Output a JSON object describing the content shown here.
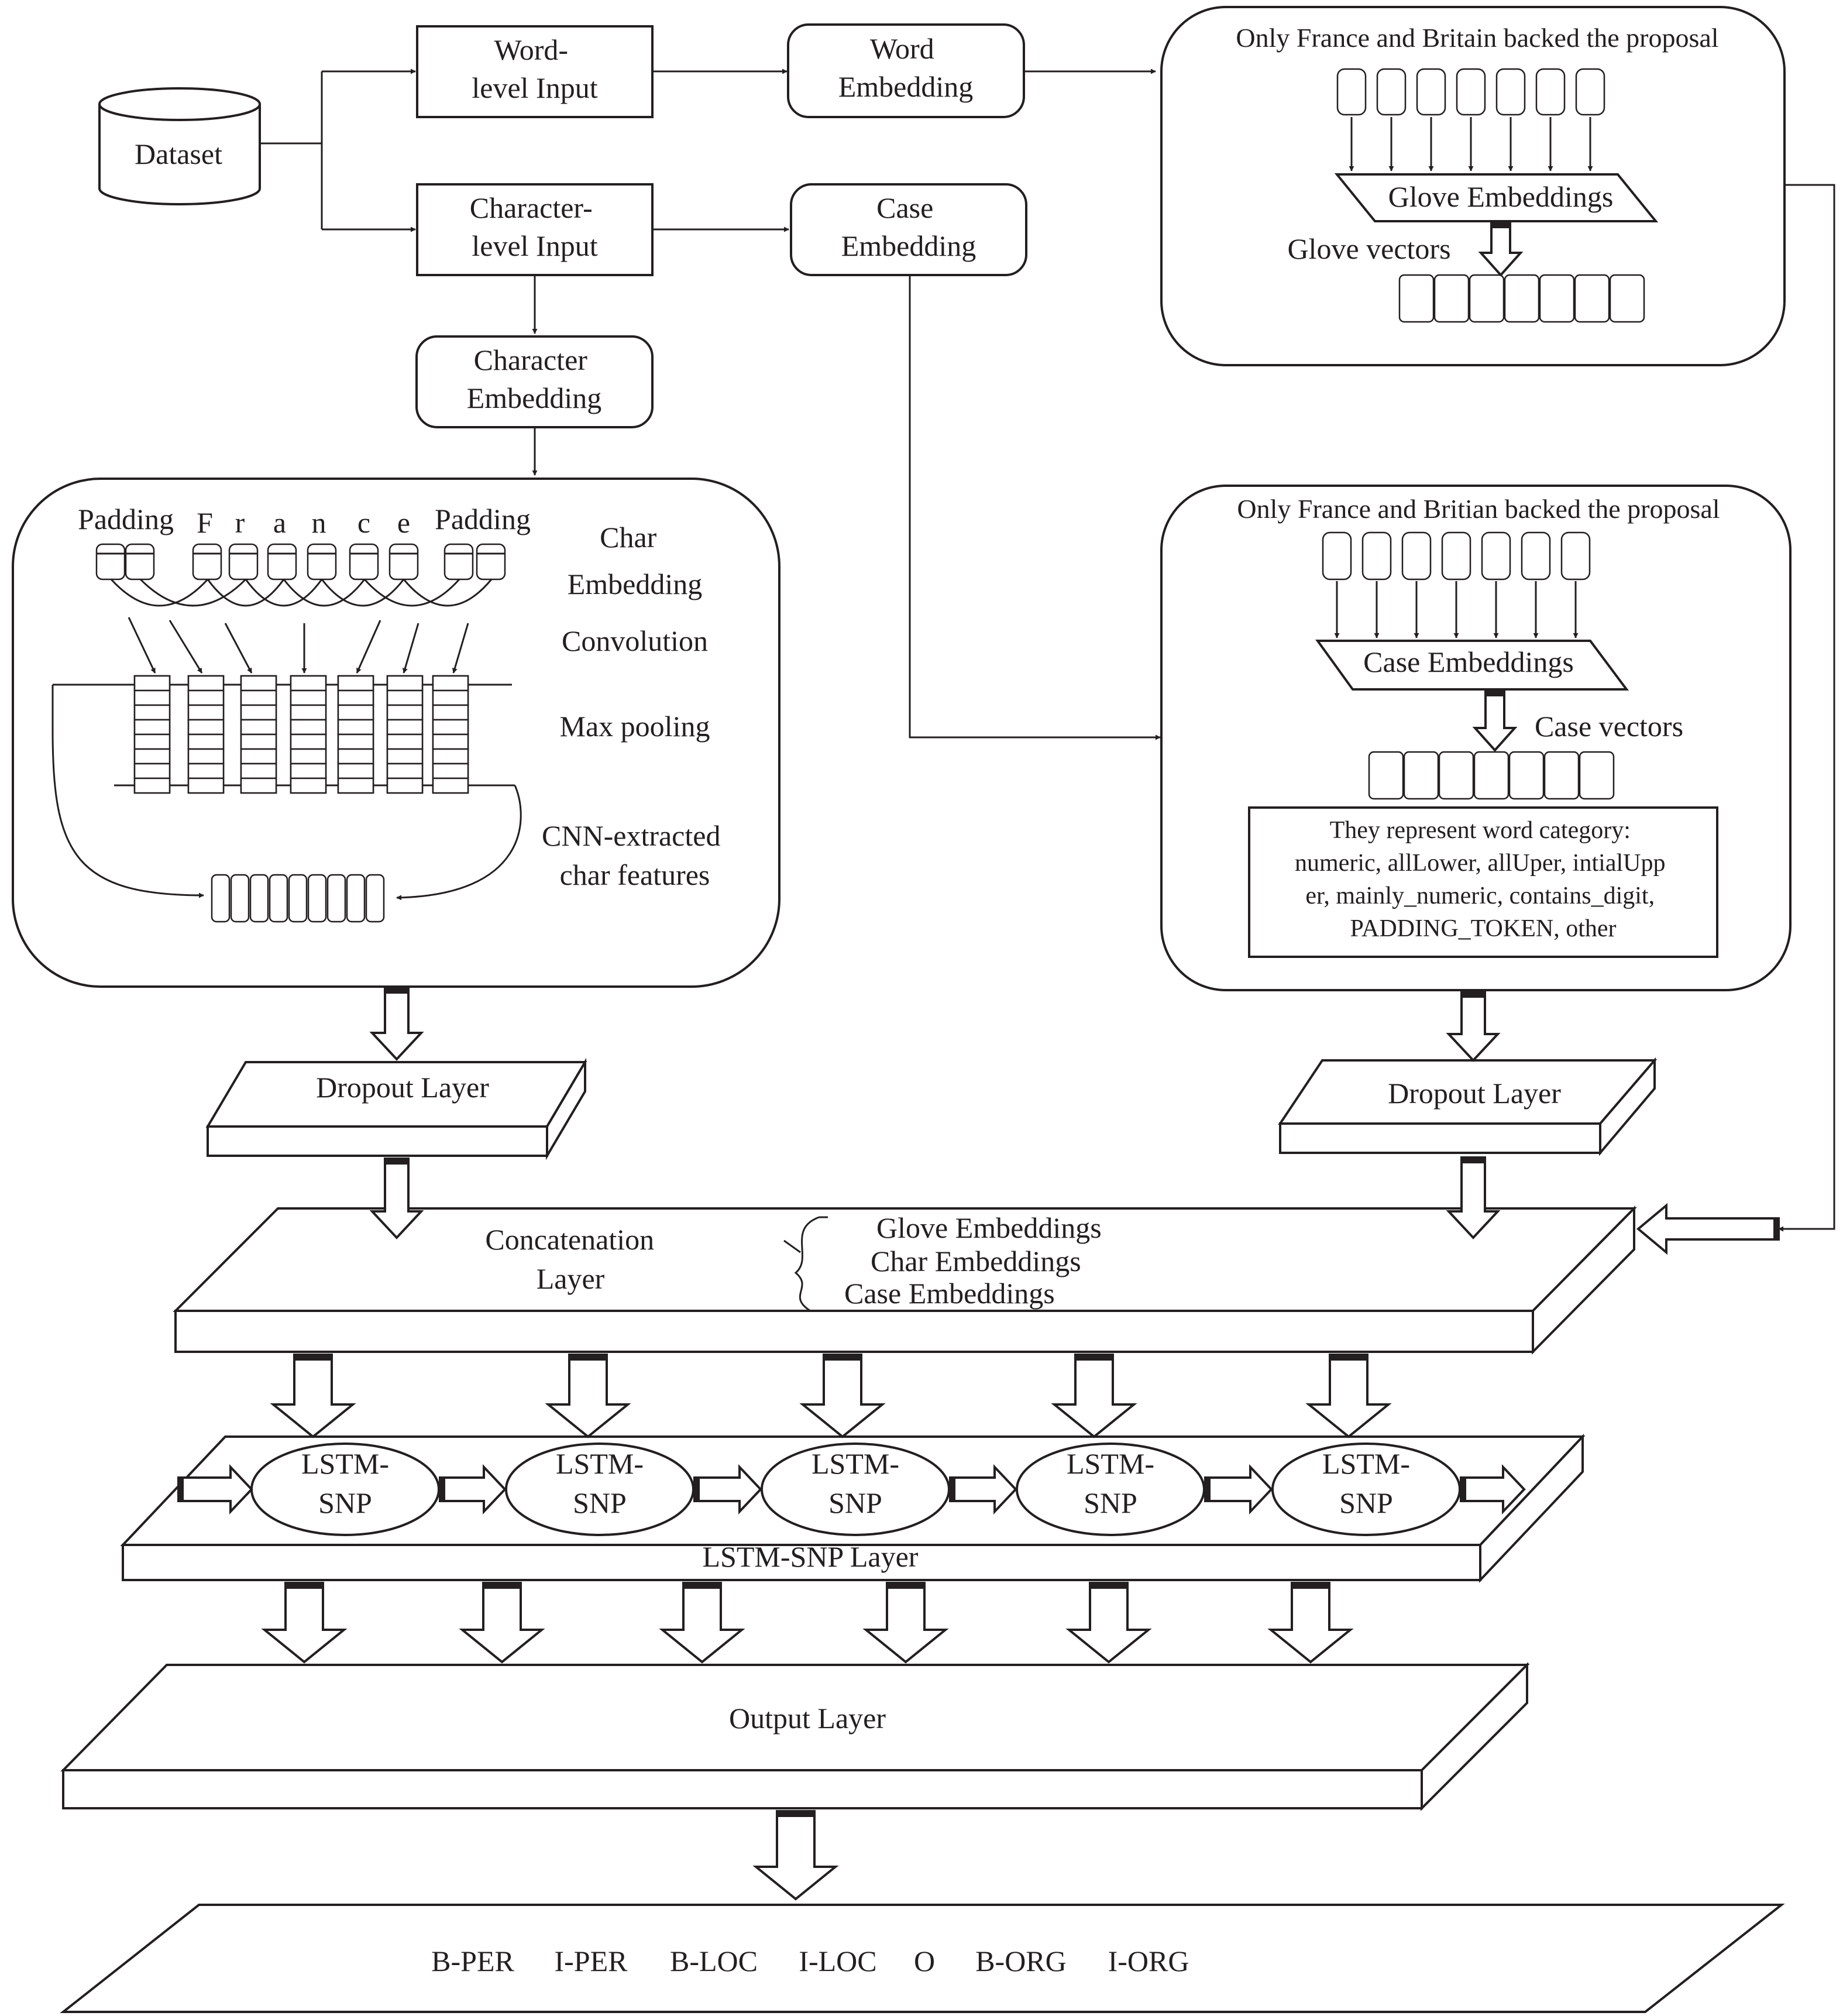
{
  "inputs": {
    "dataset": "Dataset",
    "word_input": [
      "Word-",
      "level Input"
    ],
    "char_input": [
      "Character-",
      "level Input"
    ],
    "word_embedding": [
      "Word",
      "Embedding"
    ],
    "case_embedding": [
      "Case",
      "Embedding"
    ],
    "character_embedding": [
      "Character",
      "Embedding"
    ]
  },
  "char_cnn_panel": {
    "padding_left": "Padding",
    "padding_right": "Padding",
    "letters": [
      "F",
      "r",
      "a",
      "n",
      "c",
      "e"
    ],
    "label_char_embedding": [
      "Char",
      "Embedding"
    ],
    "label_convolution": "Convolution",
    "label_max_pooling": "Max pooling",
    "label_cnn_features": [
      "CNN-extracted",
      "char features"
    ]
  },
  "glove_panel": {
    "sentence": "Only France and Britain backed the proposal",
    "embeddings_label": "Glove Embeddings",
    "vectors_label": "Glove vectors"
  },
  "case_panel": {
    "sentence": "Only France and Britian backed the proposal",
    "embeddings_label": "Case Embeddings",
    "vectors_label": "Case vectors",
    "category_note": [
      "They represent word category:",
      "numeric, allLower, allUper, intialUpp",
      "er, mainly_numeric, contains_digit,",
      "PADDING_TOKEN, other"
    ]
  },
  "dropout_left": "Dropout  Layer",
  "dropout_right": "Dropout  Layer",
  "concatenation": {
    "label": [
      "Concatenation",
      "Layer"
    ],
    "items": [
      "Glove  Embeddings",
      "Char Embeddings",
      "Case Embeddings"
    ]
  },
  "lstm": {
    "cell_label": [
      "LSTM-",
      "SNP"
    ],
    "cell_count": 5,
    "layer_label": "LSTM-SNP Layer"
  },
  "output_layer": "Output Layer",
  "tags": [
    "B-PER",
    "I-PER",
    "B-LOC",
    "I-LOC",
    "O",
    "B-ORG",
    "I-ORG"
  ]
}
